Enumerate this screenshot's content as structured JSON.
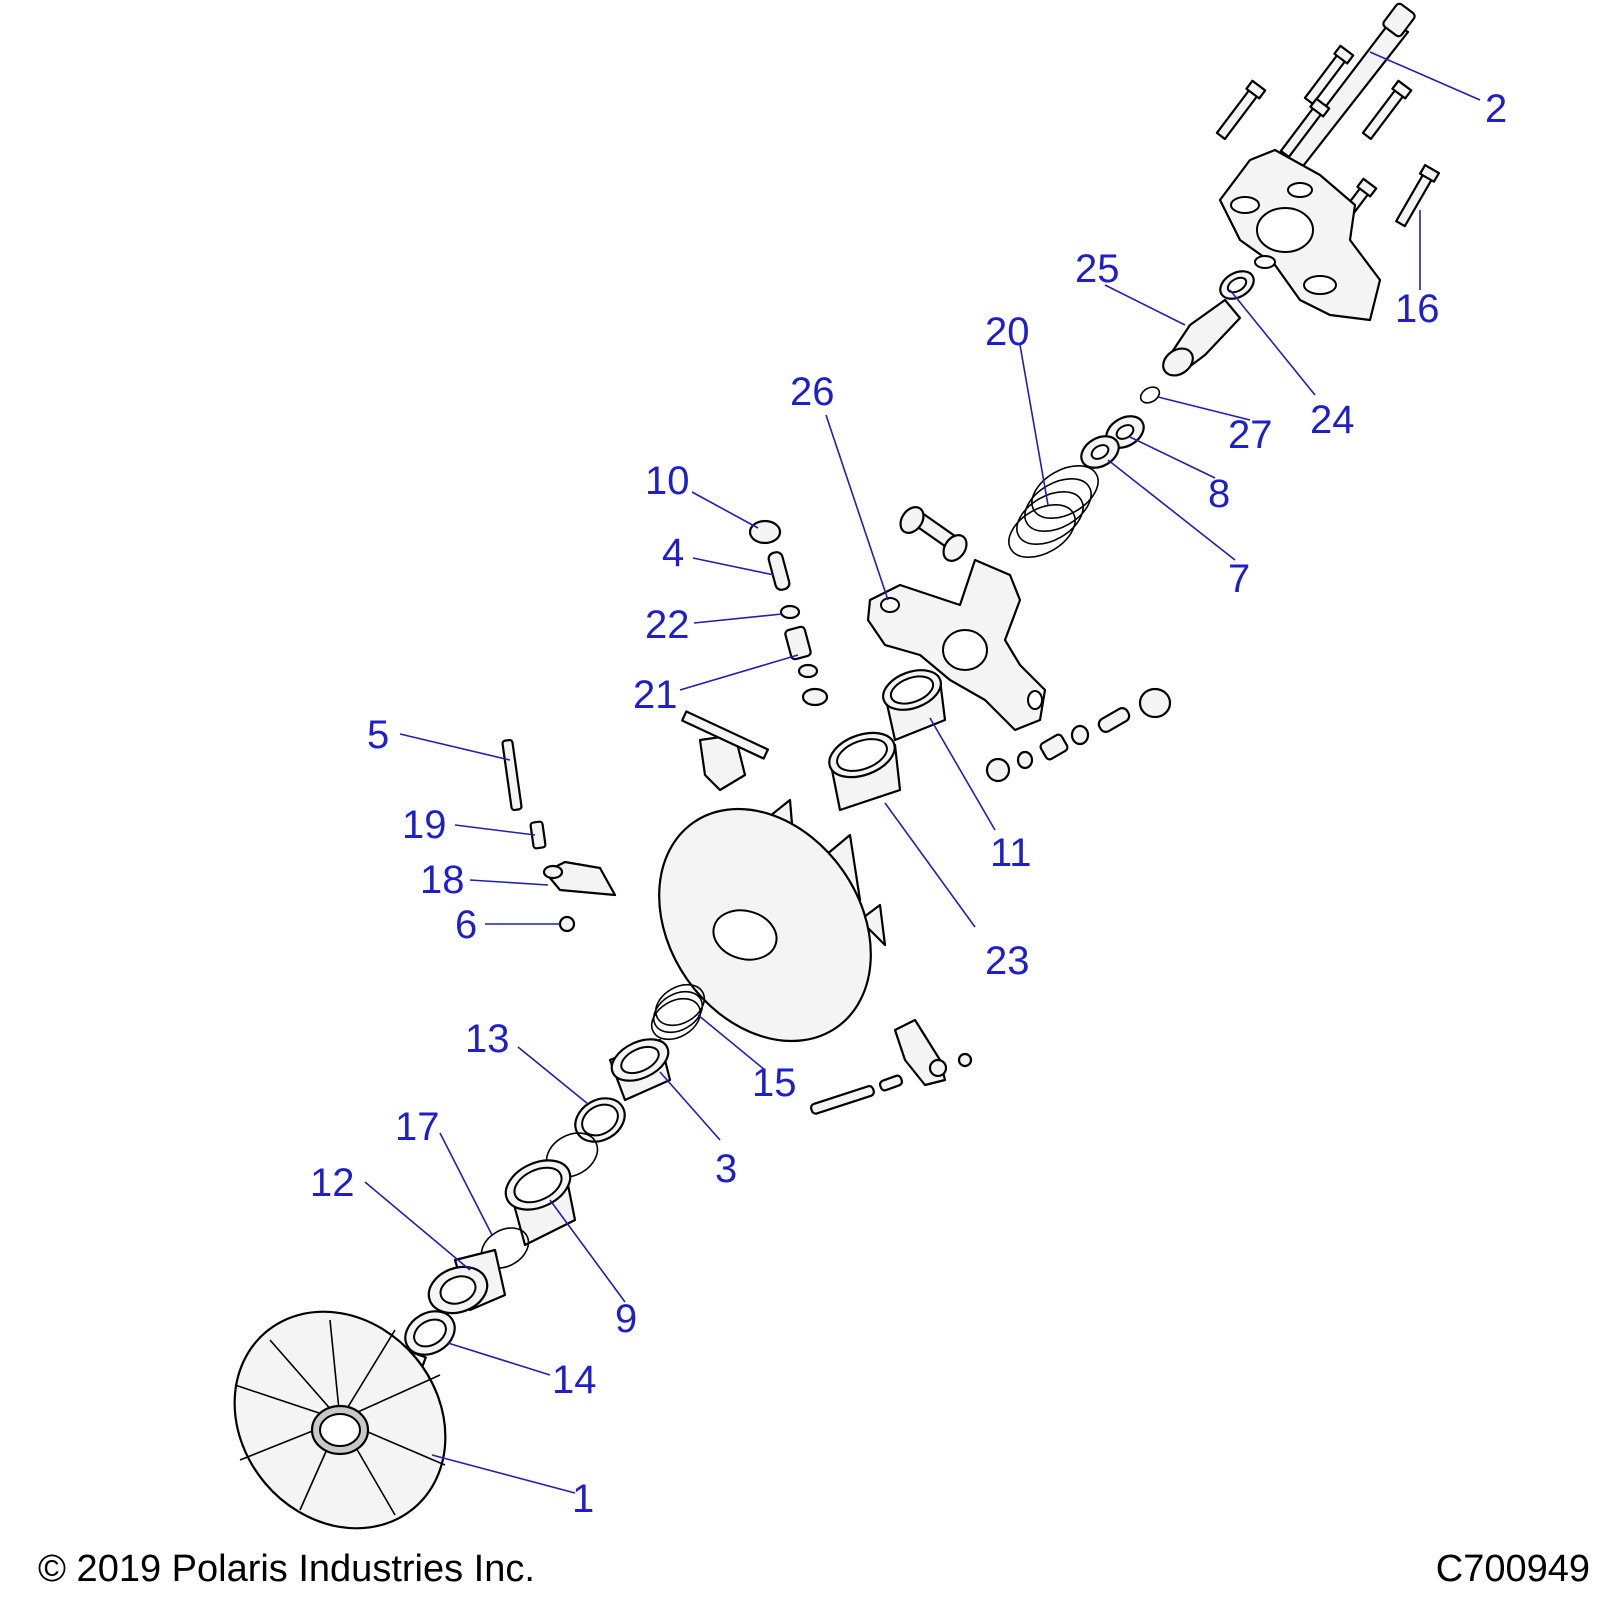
{
  "callouts": [
    {
      "label": "1"
    },
    {
      "label": "2"
    },
    {
      "label": "3"
    },
    {
      "label": "4"
    },
    {
      "label": "5"
    },
    {
      "label": "6"
    },
    {
      "label": "7"
    },
    {
      "label": "8"
    },
    {
      "label": "9"
    },
    {
      "label": "10"
    },
    {
      "label": "11"
    },
    {
      "label": "12"
    },
    {
      "label": "13"
    },
    {
      "label": "14"
    },
    {
      "label": "15"
    },
    {
      "label": "16"
    },
    {
      "label": "17"
    },
    {
      "label": "18"
    },
    {
      "label": "19"
    },
    {
      "label": "20"
    },
    {
      "label": "21"
    },
    {
      "label": "22"
    },
    {
      "label": "23"
    },
    {
      "label": "24"
    },
    {
      "label": "25"
    },
    {
      "label": "26"
    },
    {
      "label": "27"
    }
  ],
  "footer": {
    "copyright": "© 2019 Polaris Industries Inc.",
    "drawing_id": "C700949"
  },
  "colors": {
    "callout": "#1f1fc8",
    "line_art": "#000000",
    "part_fill": "#f4f4f4"
  }
}
